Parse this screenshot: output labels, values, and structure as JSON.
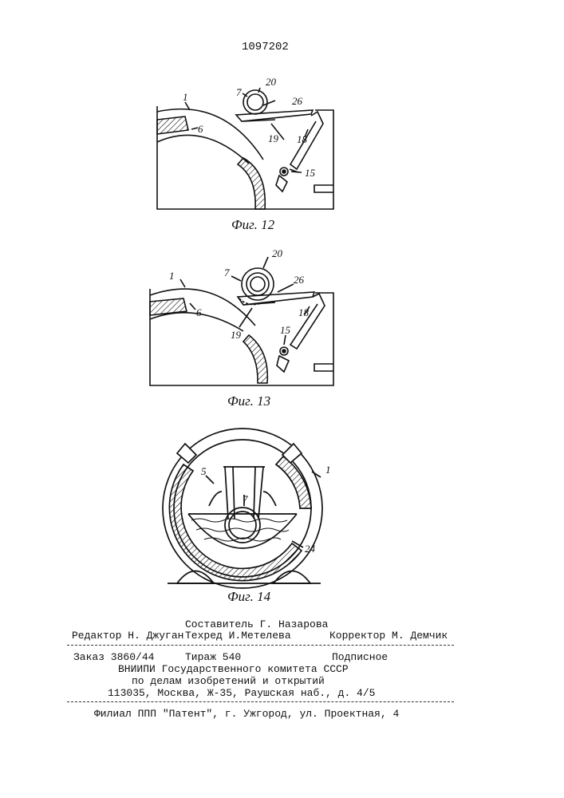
{
  "page": {
    "patent_number": "1097202"
  },
  "figures": [
    {
      "caption": "Фиг. 12",
      "labels": [
        "1",
        "6",
        "7",
        "20",
        "26",
        "19",
        "18",
        "15"
      ]
    },
    {
      "caption": "Фиг. 13",
      "labels": [
        "1",
        "6",
        "7",
        "20",
        "26",
        "18",
        "19",
        "15"
      ]
    },
    {
      "caption": "Фиг. 14",
      "labels": [
        "5",
        "7",
        "1",
        "24"
      ]
    }
  ],
  "colophon": {
    "composer": "Составитель Г. Назарова",
    "editor": "Редактор Н. Джуган",
    "tech_editor": "Техред И.Метелева",
    "corrector": "Корректор М. Демчик",
    "order": "Заказ 3860/44",
    "circulation": "Тираж 540",
    "subscription": "Подписное",
    "org_line1": "ВНИИПИ Государственного комитета СССР",
    "org_line2": "по делам изобретений и открытий",
    "address": "113035, Москва, Ж-35, Раушская наб., д. 4/5",
    "branch": "Филиал ППП \"Патент\", г. Ужгород, ул. Проектная, 4"
  }
}
